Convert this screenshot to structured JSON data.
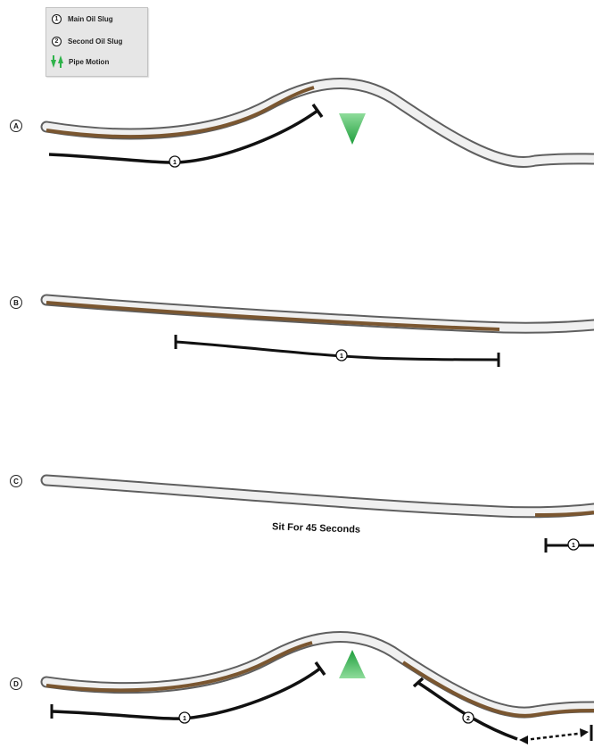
{
  "legend": {
    "main_slug_number": "1",
    "main_slug_label": "Main Oil Slug",
    "second_slug_number": "2",
    "second_slug_label": "Second Oil Slug",
    "pipe_motion_label": "Pipe Motion",
    "pipe_motion_icon": "up-down-arrows-icon"
  },
  "panels": [
    {
      "label": "A",
      "motion": "down"
    },
    {
      "label": "B",
      "motion": "none"
    },
    {
      "label": "C",
      "motion": "none"
    },
    {
      "label": "D",
      "motion": "up"
    }
  ],
  "slug_markers": {
    "main": "1",
    "second": "2"
  },
  "note": "Sit For 45 Seconds",
  "colors": {
    "oil": "#7a5630",
    "pipe_outer": "#5f5f5f",
    "pipe_inner": "#eeeeee",
    "motion_arrow": "#2eb34a",
    "extent_line": "#111111"
  }
}
